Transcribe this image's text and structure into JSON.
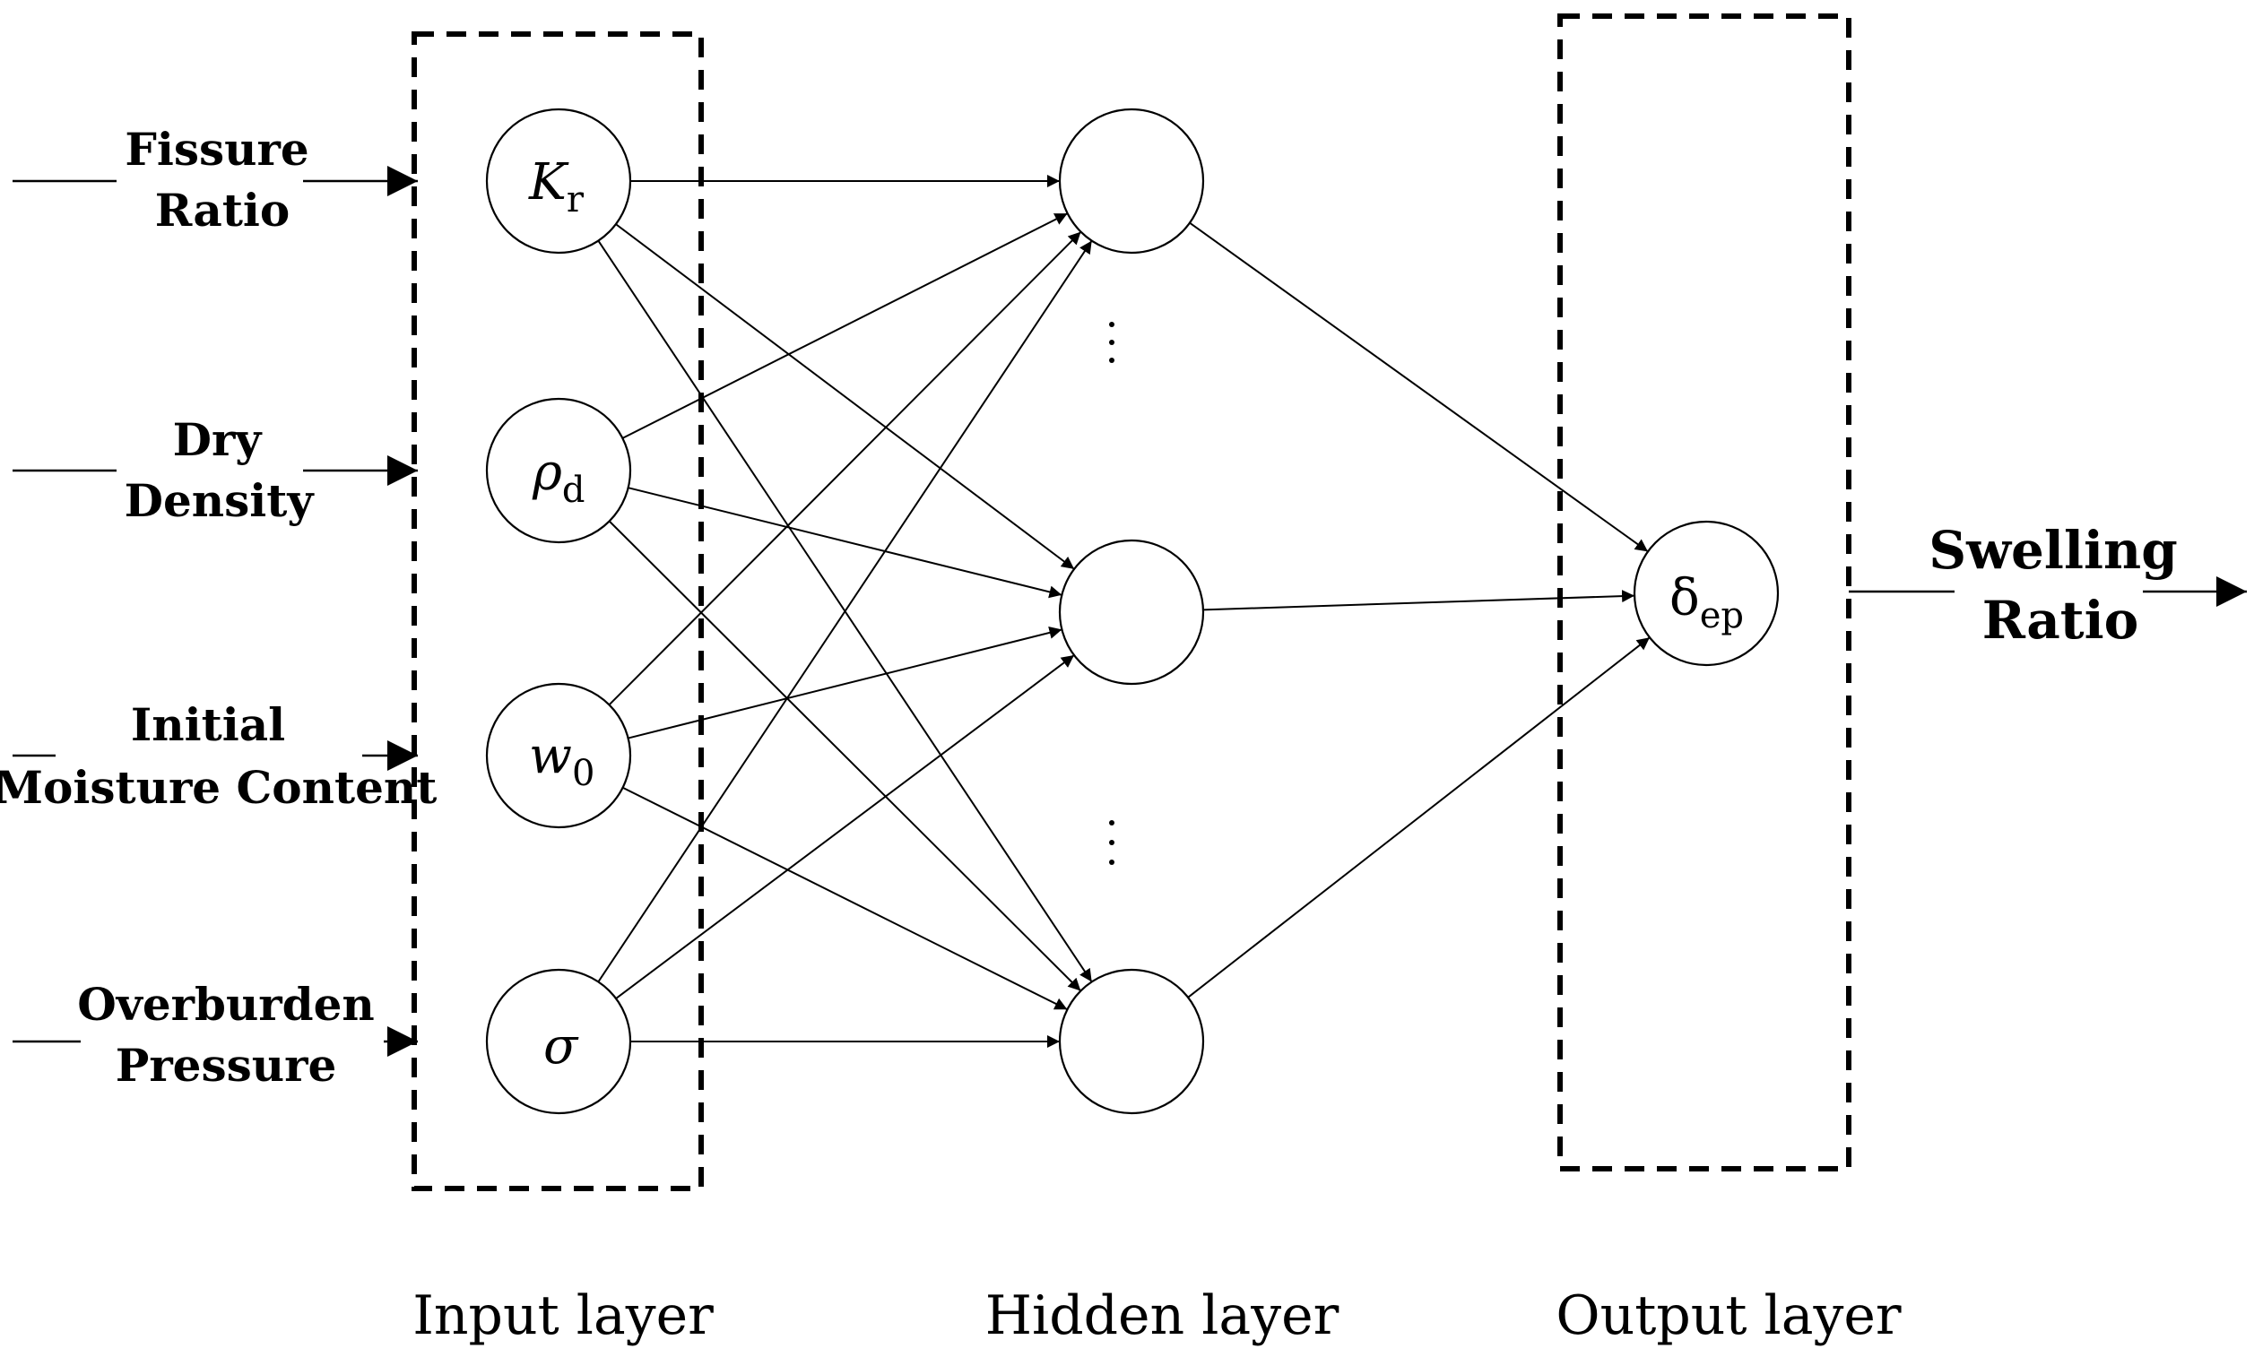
{
  "inputs": [
    {
      "line1": "Fissure",
      "line2": "Ratio",
      "symbol": "K",
      "sub": "r"
    },
    {
      "line1": "Dry",
      "line2": "Density",
      "symbol": "ρ",
      "sub": "d"
    },
    {
      "line1": "Initial",
      "line2": "Moisture Content",
      "symbol": "w",
      "sub": "0"
    },
    {
      "line1": "Overburden",
      "line2": "Pressure",
      "symbol": "σ",
      "sub": ""
    }
  ],
  "output": {
    "line1": "Swelling",
    "line2": "Ratio",
    "symbol": "δ",
    "sub": "ep"
  },
  "layers": {
    "input": "Input layer",
    "hidden": "Hidden layer",
    "output": "Output layer"
  }
}
